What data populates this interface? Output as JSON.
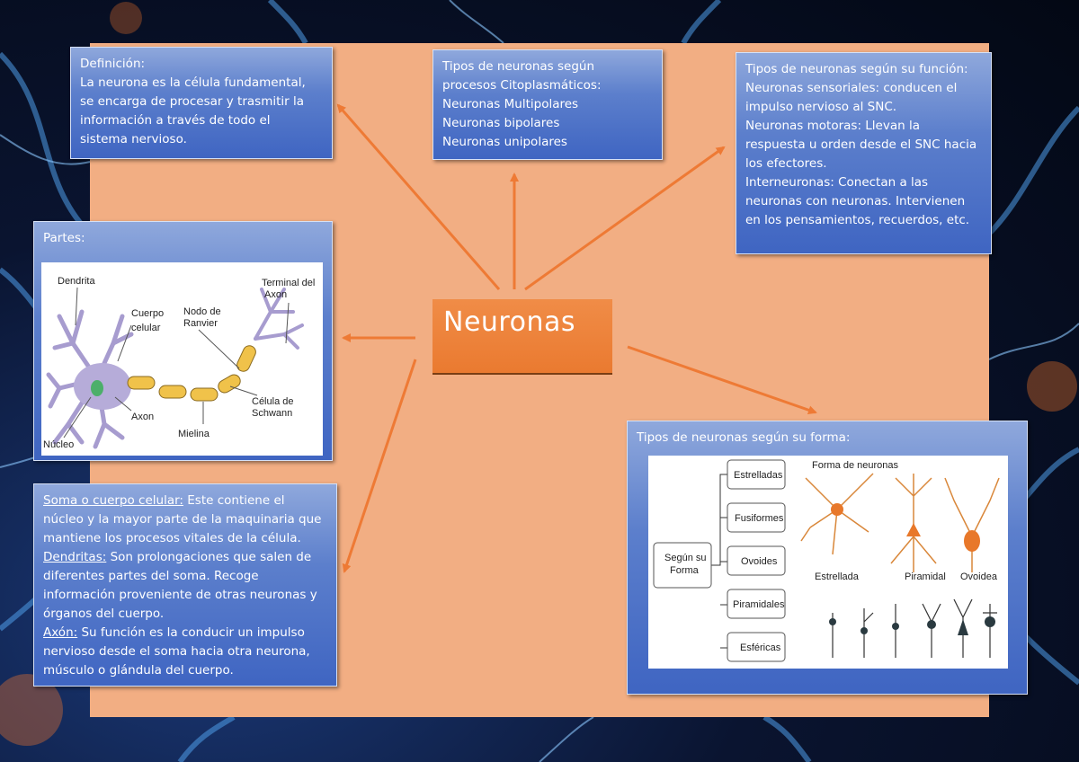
{
  "center": {
    "title": "Neuronas"
  },
  "definicion": {
    "lines": [
      "Definición:",
      "La neurona es la célula fundamental,",
      "se encarga de procesar y trasmitir la",
      "información a través de todo el",
      "sistema nervioso."
    ]
  },
  "citoplasmaticos": {
    "lines": [
      "Tipos de neuronas según",
      "procesos Citoplasmáticos:",
      "Neuronas Multipolares",
      "Neuronas bipolares",
      "Neuronas unipolares"
    ]
  },
  "funcion": {
    "lines": [
      "Tipos de neuronas según su función:",
      "Neuronas sensoriales: conducen el",
      "impulso nervioso al SNC.",
      "Neuronas motoras: Llevan la",
      "respuesta u orden desde el SNC hacia",
      "los efectores.",
      "Interneuronas: Conectan a las",
      "neuronas con neuronas. Intervienen",
      "en los pensamientos, recuerdos, etc."
    ]
  },
  "partes": {
    "title": "Partes:",
    "labels": {
      "dendrita": "Dendrita",
      "cuerpo1": "Cuerpo",
      "cuerpo2": "celular",
      "nodo1": "Nodo de",
      "nodo2": "Ranvier",
      "terminal1": "Terminal del",
      "terminal2": "Axon",
      "axon": "Axon",
      "celula1": "Célula de",
      "celula2": "Schwann",
      "mielina": "Mielina",
      "nucleo": "Núcleo"
    }
  },
  "forma": {
    "title": "Tipos de neuronas según su forma:",
    "root": [
      "Según su",
      "Forma"
    ],
    "types": [
      "Estrelladas",
      "Fusiformes",
      "Ovoides",
      "Piramidales",
      "Esféricas"
    ],
    "img_caption": "Forma de neuronas",
    "sub_captions": [
      "Estrellada",
      "Piramidal",
      "Ovoidea"
    ]
  },
  "soma": {
    "items": [
      {
        "term": "Soma o cuerpo celular:",
        "lines": [
          " Este contiene el",
          "núcleo y la mayor parte de la maquinaria que",
          "mantiene los procesos vitales de la célula."
        ]
      },
      {
        "term": "Dendritas:",
        "lines": [
          " Son prolongaciones que salen de",
          "diferentes partes del soma. Recoge",
          "información proveniente de otras neuronas y",
          "órganos del cuerpo."
        ]
      },
      {
        "term": "Axón:",
        "lines": [
          " Su función es la conducir un impulso",
          "nervioso desde el soma hacia otra neurona,",
          "músculo o glándula del cuerpo."
        ]
      }
    ]
  },
  "colors": {
    "board": "#f2ae83",
    "center": "#ea7a30",
    "arrow": "#ee7a35",
    "box": "#4a6fc7"
  }
}
